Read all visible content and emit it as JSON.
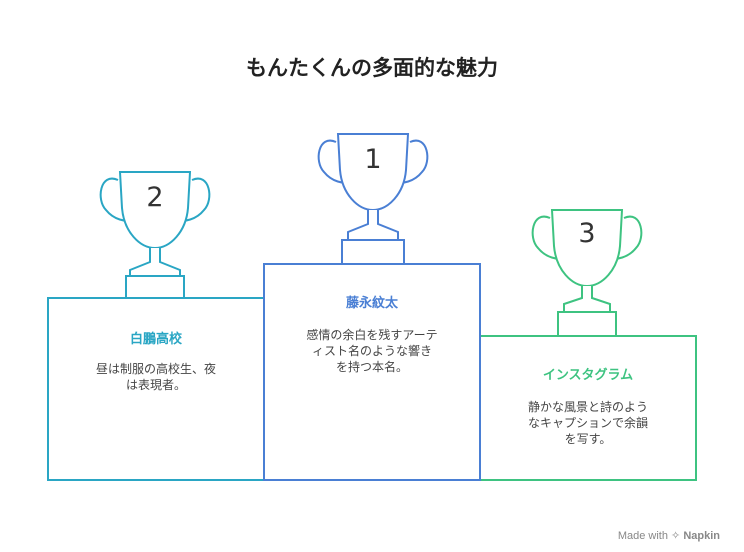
{
  "title": "もんたくんの多面的な魅力",
  "podiums": [
    {
      "rank": "2",
      "name": "白鵬高校",
      "desc_lines": [
        "昼は制服の高校生、夜",
        "は表現者。"
      ],
      "color": "#2aa6c4"
    },
    {
      "rank": "1",
      "name": "藤永紋太",
      "desc_lines": [
        "感情の余白を残すアーテ",
        "ィスト名のような響き",
        "を持つ本名。"
      ],
      "color": "#4a7fd4"
    },
    {
      "rank": "3",
      "name": "インスタグラム",
      "desc_lines": [
        "静かな風景と詩のよう",
        "なキャプションで余韻",
        "を写す。"
      ],
      "color": "#3ec381"
    }
  ],
  "footer": {
    "prefix": "Made with",
    "brand": "Napkin"
  }
}
